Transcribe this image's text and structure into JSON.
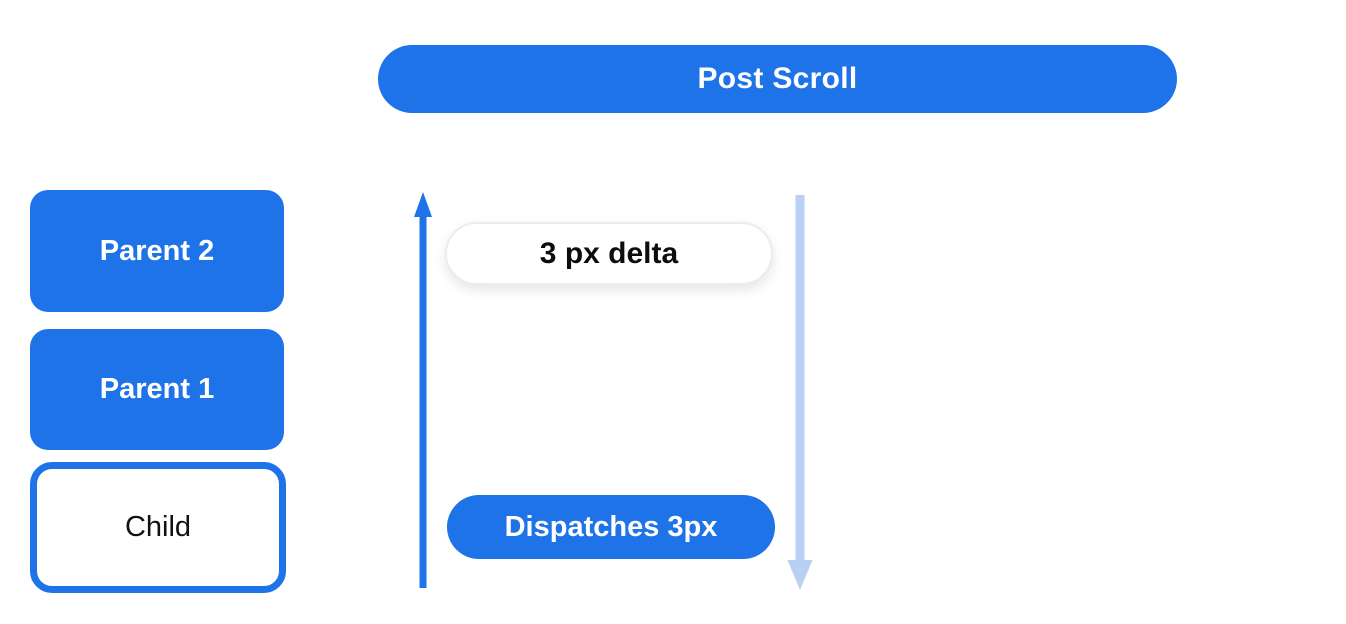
{
  "colors": {
    "primary_blue": "#1F73E8",
    "light_blue": "#B9CFF3",
    "pill_border": "#ECECEC",
    "text_dark": "#0d0d0d",
    "text_light": "#FFFFFF",
    "background": "#FFFFFF"
  },
  "header": {
    "label": "Post Scroll"
  },
  "stack": {
    "items": [
      {
        "id": "parent-2",
        "label": "Parent 2",
        "variant": "filled"
      },
      {
        "id": "parent-1",
        "label": "Parent 1",
        "variant": "filled"
      },
      {
        "id": "child",
        "label": "Child",
        "variant": "outlined"
      }
    ]
  },
  "flow": {
    "delta_label": "3 px delta",
    "dispatch_label": "Dispatches 3px",
    "icons": {
      "up_arrow": "up-arrow-icon",
      "down_arrow": "down-arrow-icon"
    }
  }
}
